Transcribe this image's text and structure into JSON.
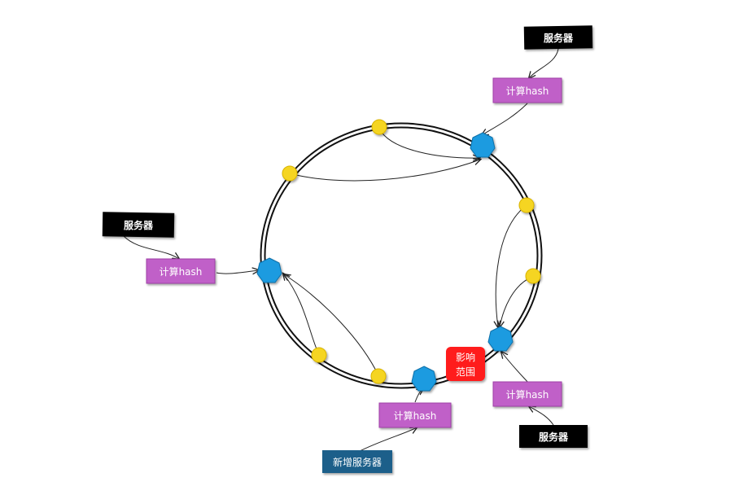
{
  "labels": {
    "server": "服务器",
    "compute_hash": "计算hash",
    "new_server": "新增服务器",
    "impact_line1": "影响",
    "impact_line2": "范围"
  },
  "colors": {
    "server_box": "#000000",
    "hash_box": "#c060c8",
    "new_server_box": "#1a5f8a",
    "impact_box": "#ff1a1a",
    "server_node": "#1e9be0",
    "data_node": "#f5d520",
    "ring": "#111111",
    "arrow": "#222222"
  },
  "icons": {
    "server_node": "blue-heptagon-node",
    "data_node": "yellow-circle-node"
  }
}
